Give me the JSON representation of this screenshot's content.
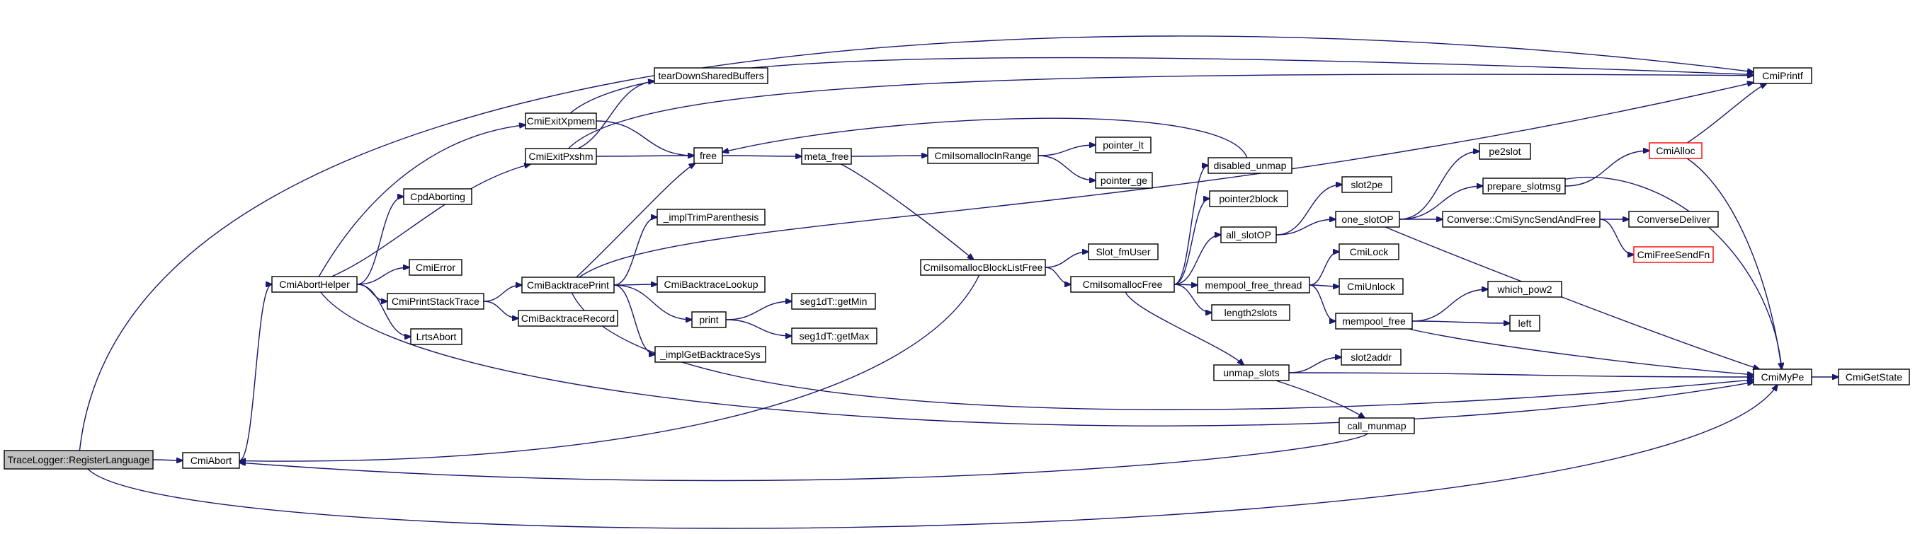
{
  "diagram": {
    "nodes": [
      {
        "id": "register",
        "label": "TraceLogger::RegisterLanguage",
        "root": true
      },
      {
        "id": "abort",
        "label": "CmiAbort"
      },
      {
        "id": "aborthelper",
        "label": "CmiAbortHelper"
      },
      {
        "id": "exitxpmem",
        "label": "CmiExitXpmem"
      },
      {
        "id": "exitpxshm",
        "label": "CmiExitPxshm"
      },
      {
        "id": "teardown",
        "label": "tearDownSharedBuffers"
      },
      {
        "id": "free",
        "label": "free"
      },
      {
        "id": "metafree",
        "label": "meta_free"
      },
      {
        "id": "inrange",
        "label": "CmiIsomallocInRange"
      },
      {
        "id": "ptrlt",
        "label": "pointer_lt"
      },
      {
        "id": "ptrge",
        "label": "pointer_ge"
      },
      {
        "id": "cpdaborting",
        "label": "CpdAborting"
      },
      {
        "id": "cmierror",
        "label": "CmiError"
      },
      {
        "id": "printstack",
        "label": "CmiPrintStackTrace"
      },
      {
        "id": "lrtsabort",
        "label": "LrtsAbort"
      },
      {
        "id": "btprint",
        "label": "CmiBacktracePrint"
      },
      {
        "id": "btrecord",
        "label": "CmiBacktraceRecord"
      },
      {
        "id": "trimparen",
        "label": "_implTrimParenthesis"
      },
      {
        "id": "btlookup",
        "label": "CmiBacktraceLookup"
      },
      {
        "id": "print",
        "label": "print"
      },
      {
        "id": "getmin",
        "label": "seg1dT::getMin"
      },
      {
        "id": "getmax",
        "label": "seg1dT::getMax"
      },
      {
        "id": "getbtsys",
        "label": "_implGetBacktraceSys"
      },
      {
        "id": "blocklistfree",
        "label": "CmiIsomallocBlockListFree"
      },
      {
        "id": "slotfromuser",
        "label": "Slot_fmUser"
      },
      {
        "id": "isofree",
        "label": "CmiIsomallocFree"
      },
      {
        "id": "disabledunmap",
        "label": "disabled_unmap"
      },
      {
        "id": "ptr2block",
        "label": "pointer2block"
      },
      {
        "id": "allslotop",
        "label": "all_slotOP"
      },
      {
        "id": "slot2pe",
        "label": "slot2pe"
      },
      {
        "id": "oneslotop",
        "label": "one_slotOP"
      },
      {
        "id": "pe2slot",
        "label": "pe2slot"
      },
      {
        "id": "prepslotmsg",
        "label": "prepare_slotmsg"
      },
      {
        "id": "cmialloc",
        "label": "CmiAlloc",
        "truncated": true
      },
      {
        "id": "cmiprintf",
        "label": "CmiPrintf"
      },
      {
        "id": "syncsend",
        "label": "Converse::CmiSyncSendAndFree"
      },
      {
        "id": "convdeliver",
        "label": "ConverseDeliver"
      },
      {
        "id": "freesendfn",
        "label": "CmiFreeSendFn",
        "truncated": true
      },
      {
        "id": "mempoolthread",
        "label": "mempool_free_thread"
      },
      {
        "id": "cmilock",
        "label": "CmiLock"
      },
      {
        "id": "cmiunlock",
        "label": "CmiUnlock"
      },
      {
        "id": "length2slots",
        "label": "length2slots"
      },
      {
        "id": "mempoolfree",
        "label": "mempool_free"
      },
      {
        "id": "whichpow2",
        "label": "which_pow2"
      },
      {
        "id": "left",
        "label": "left"
      },
      {
        "id": "unmapslots",
        "label": "unmap_slots"
      },
      {
        "id": "slot2addr",
        "label": "slot2addr"
      },
      {
        "id": "callmunmap",
        "label": "call_munmap"
      },
      {
        "id": "cmimype",
        "label": "CmiMyPe"
      },
      {
        "id": "cmigetstate",
        "label": "CmiGetState"
      }
    ],
    "edges": [
      [
        "register",
        "abort"
      ],
      [
        "register",
        "cmiprintf"
      ],
      [
        "register",
        "cmimype"
      ],
      [
        "abort",
        "aborthelper"
      ],
      [
        "aborthelper",
        "exitxpmem"
      ],
      [
        "aborthelper",
        "exitpxshm"
      ],
      [
        "aborthelper",
        "cpdaborting"
      ],
      [
        "aborthelper",
        "cmierror"
      ],
      [
        "aborthelper",
        "printstack"
      ],
      [
        "aborthelper",
        "lrtsabort"
      ],
      [
        "aborthelper",
        "cmimype"
      ],
      [
        "exitxpmem",
        "free"
      ],
      [
        "exitxpmem",
        "cmiprintf"
      ],
      [
        "exitpxshm",
        "teardown"
      ],
      [
        "exitpxshm",
        "free"
      ],
      [
        "exitpxshm",
        "cmiprintf"
      ],
      [
        "free",
        "metafree"
      ],
      [
        "metafree",
        "inrange"
      ],
      [
        "metafree",
        "blocklistfree"
      ],
      [
        "inrange",
        "ptrlt"
      ],
      [
        "inrange",
        "ptrge"
      ],
      [
        "printstack",
        "btprint"
      ],
      [
        "printstack",
        "btrecord"
      ],
      [
        "btprint",
        "free"
      ],
      [
        "btprint",
        "trimparen"
      ],
      [
        "btprint",
        "btlookup"
      ],
      [
        "btprint",
        "print"
      ],
      [
        "btprint",
        "getbtsys"
      ],
      [
        "btprint",
        "cmimype"
      ],
      [
        "btprint",
        "cmiprintf"
      ],
      [
        "print",
        "getmin"
      ],
      [
        "print",
        "getmax"
      ],
      [
        "blocklistfree",
        "slotfromuser"
      ],
      [
        "blocklistfree",
        "isofree"
      ],
      [
        "blocklistfree",
        "abort"
      ],
      [
        "isofree",
        "disabledunmap"
      ],
      [
        "isofree",
        "ptr2block"
      ],
      [
        "isofree",
        "allslotop"
      ],
      [
        "isofree",
        "mempoolthread"
      ],
      [
        "isofree",
        "length2slots"
      ],
      [
        "isofree",
        "unmapslots"
      ],
      [
        "disabledunmap",
        "free"
      ],
      [
        "allslotop",
        "slot2pe"
      ],
      [
        "allslotop",
        "oneslotop"
      ],
      [
        "oneslotop",
        "pe2slot"
      ],
      [
        "oneslotop",
        "prepslotmsg"
      ],
      [
        "oneslotop",
        "syncsend"
      ],
      [
        "oneslotop",
        "cmimype"
      ],
      [
        "prepslotmsg",
        "cmialloc"
      ],
      [
        "prepslotmsg",
        "cmimype"
      ],
      [
        "cmialloc",
        "cmiprintf"
      ],
      [
        "cmialloc",
        "cmimype"
      ],
      [
        "syncsend",
        "convdeliver"
      ],
      [
        "syncsend",
        "freesendfn"
      ],
      [
        "mempoolthread",
        "cmilock"
      ],
      [
        "mempoolthread",
        "cmiunlock"
      ],
      [
        "mempoolthread",
        "mempoolfree"
      ],
      [
        "mempoolfree",
        "whichpow2"
      ],
      [
        "mempoolfree",
        "left"
      ],
      [
        "mempoolfree",
        "cmimype"
      ],
      [
        "unmapslots",
        "slot2addr"
      ],
      [
        "unmapslots",
        "callmunmap"
      ],
      [
        "unmapslots",
        "cmimype"
      ],
      [
        "callmunmap",
        "abort"
      ],
      [
        "cmimype",
        "cmigetstate"
      ]
    ]
  }
}
